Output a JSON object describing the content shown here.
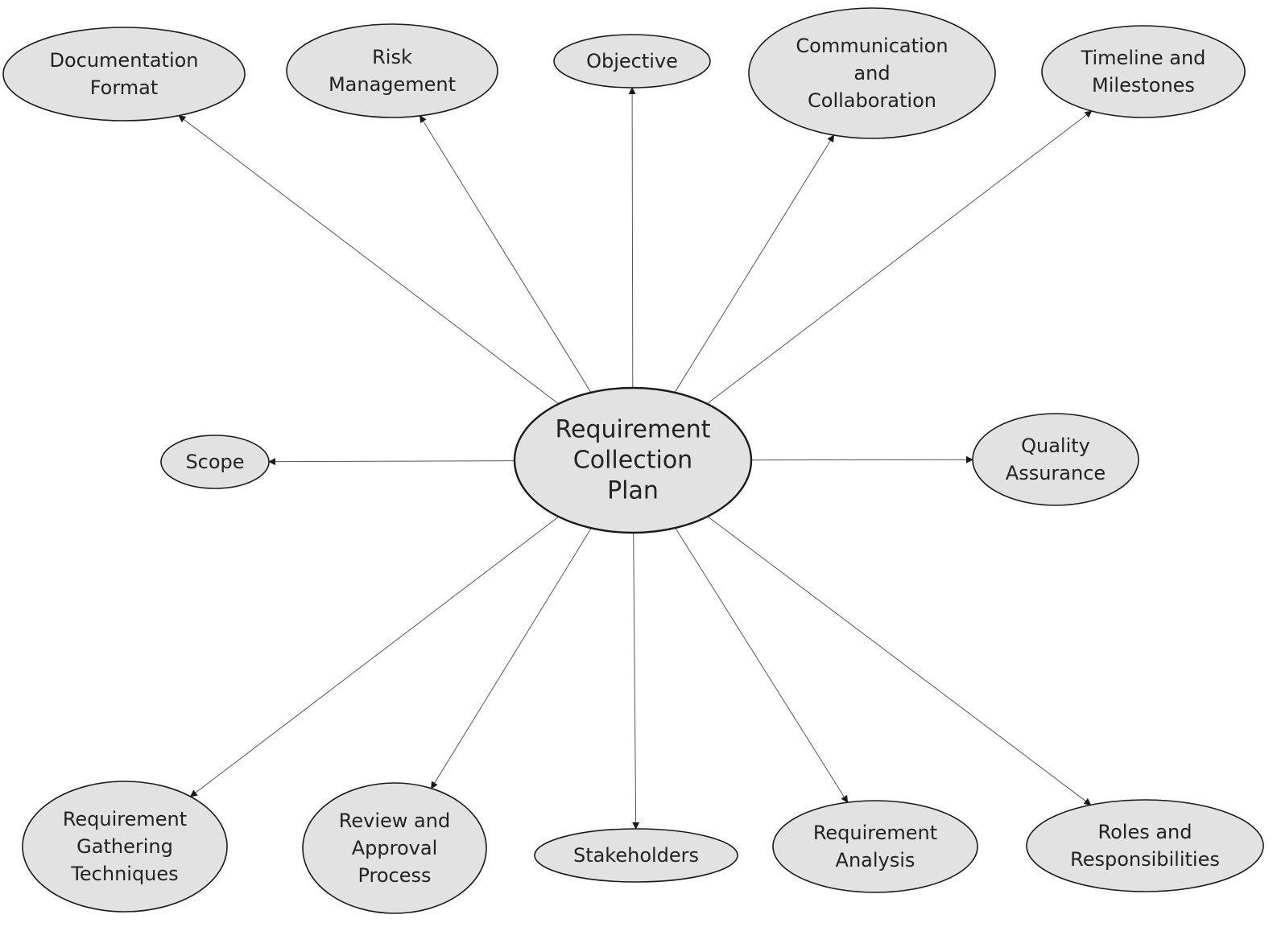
{
  "diagram": {
    "center": {
      "lines": [
        "Requirement",
        "Collection",
        "Plan"
      ]
    },
    "nodes": [
      {
        "id": "documentation-format",
        "lines": [
          "Documentation",
          "Format"
        ]
      },
      {
        "id": "risk-management",
        "lines": [
          "Risk",
          "Management"
        ]
      },
      {
        "id": "objective",
        "lines": [
          "Objective"
        ]
      },
      {
        "id": "communication-and-collaboration",
        "lines": [
          "Communication",
          "and",
          "Collaboration"
        ]
      },
      {
        "id": "timeline-and-milestones",
        "lines": [
          "Timeline and",
          "Milestones"
        ]
      },
      {
        "id": "scope",
        "lines": [
          "Scope"
        ]
      },
      {
        "id": "quality-assurance",
        "lines": [
          "Quality",
          "Assurance"
        ]
      },
      {
        "id": "requirement-gathering-techniques",
        "lines": [
          "Requirement",
          "Gathering",
          "Techniques"
        ]
      },
      {
        "id": "review-and-approval-process",
        "lines": [
          "Review and",
          "Approval",
          "Process"
        ]
      },
      {
        "id": "stakeholders",
        "lines": [
          "Stakeholders"
        ]
      },
      {
        "id": "requirement-analysis",
        "lines": [
          "Requirement",
          "Analysis"
        ]
      },
      {
        "id": "roles-and-responsibilities",
        "lines": [
          "Roles and",
          "Responsibilities"
        ]
      }
    ],
    "edges": [
      {
        "from": "center",
        "to": "documentation-format"
      },
      {
        "from": "center",
        "to": "risk-management"
      },
      {
        "from": "center",
        "to": "objective"
      },
      {
        "from": "center",
        "to": "communication-and-collaboration"
      },
      {
        "from": "center",
        "to": "timeline-and-milestones"
      },
      {
        "from": "center",
        "to": "scope"
      },
      {
        "from": "center",
        "to": "quality-assurance"
      },
      {
        "from": "center",
        "to": "requirement-gathering-techniques"
      },
      {
        "from": "center",
        "to": "review-and-approval-process"
      },
      {
        "from": "center",
        "to": "stakeholders"
      },
      {
        "from": "center",
        "to": "requirement-analysis"
      },
      {
        "from": "center",
        "to": "roles-and-responsibilities"
      }
    ]
  }
}
